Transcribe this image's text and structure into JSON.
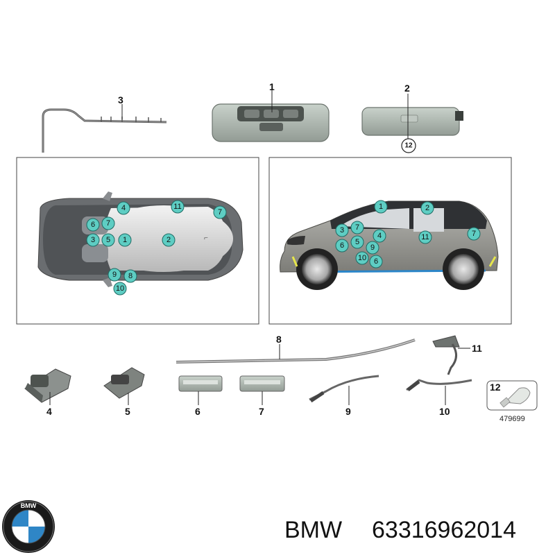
{
  "diagram": {
    "part_numbers": {
      "p1": "1",
      "p2": "2",
      "p3": "3",
      "p4": "4",
      "p5": "5",
      "p6": "6",
      "p7": "7",
      "p8": "8",
      "p9": "9",
      "p10": "10",
      "p11": "11",
      "p12": "12"
    },
    "top_view_callouts": [
      "4",
      "11",
      "7",
      "6",
      "7",
      "3",
      "5",
      "1",
      "2",
      "9",
      "8",
      "10"
    ],
    "side_view_callouts": [
      "1",
      "2",
      "3",
      "7",
      "4",
      "6",
      "5",
      "9",
      "11",
      "7",
      "10",
      "6"
    ],
    "reference_code": "479699",
    "colors": {
      "callout_fill": "#5ecdc3",
      "line": "#222222",
      "part_gray": "#a9b2ab"
    }
  },
  "footer": {
    "logo_letters": "BMW",
    "brand": "BMW",
    "part_number": "63316962014"
  }
}
